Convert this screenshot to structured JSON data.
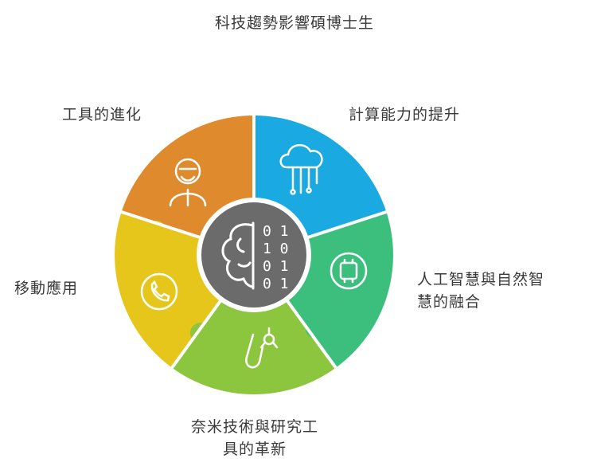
{
  "title": "科技趨勢影響碩博士生",
  "segments": {
    "tools": {
      "label": "工具的進化",
      "color": "#e08a2e",
      "icon": "person-icon"
    },
    "computing": {
      "label": "計算能力的提升",
      "color": "#1aa9e0",
      "icon": "cloud-network-icon"
    },
    "ai": {
      "label_line1": "人工智慧與自然智",
      "label_line2": "慧的融合",
      "color": "#3cbf7c",
      "icon": "chip-brain-icon"
    },
    "nano": {
      "label_line1": "奈米技術與研究工",
      "label_line2": "具的革新",
      "color": "#8cc63f",
      "icon": "hand-molecule-icon"
    },
    "mobile": {
      "label": "移動應用",
      "color": "#e6c61a",
      "icon": "phone-icon"
    }
  },
  "center": {
    "color": "#6b6b6b",
    "icon": "brain-binary-icon",
    "binary": [
      "0 1",
      "1 0",
      "0 1",
      "0 1"
    ]
  }
}
